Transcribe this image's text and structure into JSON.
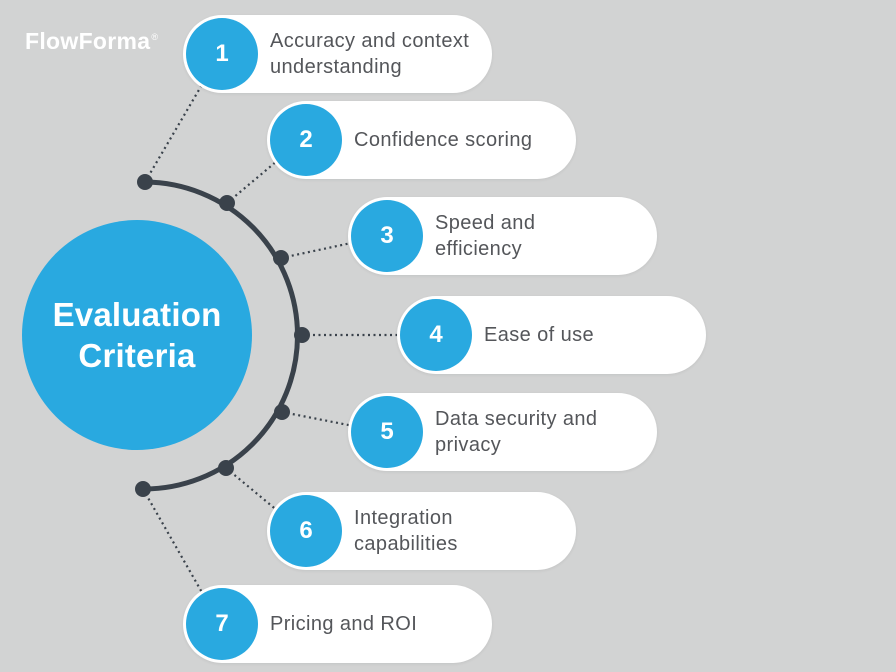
{
  "brand": {
    "logo_text": "FlowForma",
    "registered_mark": "®"
  },
  "center": {
    "title_line1": "Evaluation",
    "title_line2": "Criteria"
  },
  "items": [
    {
      "number": "1",
      "label": "Accuracy and context\nunderstanding"
    },
    {
      "number": "2",
      "label": "Confidence scoring"
    },
    {
      "number": "3",
      "label": "Speed and\nefficiency"
    },
    {
      "number": "4",
      "label": "Ease of use"
    },
    {
      "number": "5",
      "label": "Data security and\nprivacy"
    },
    {
      "number": "6",
      "label": "Integration\ncapabilities"
    },
    {
      "number": "7",
      "label": "Pricing and ROI"
    }
  ],
  "colors": {
    "background": "#d2d3d3",
    "accent_blue": "#29a9e0",
    "dark_slate": "#3a424b",
    "pill_text": "#54565a",
    "pill_background": "#ffffff",
    "white": "#ffffff"
  }
}
